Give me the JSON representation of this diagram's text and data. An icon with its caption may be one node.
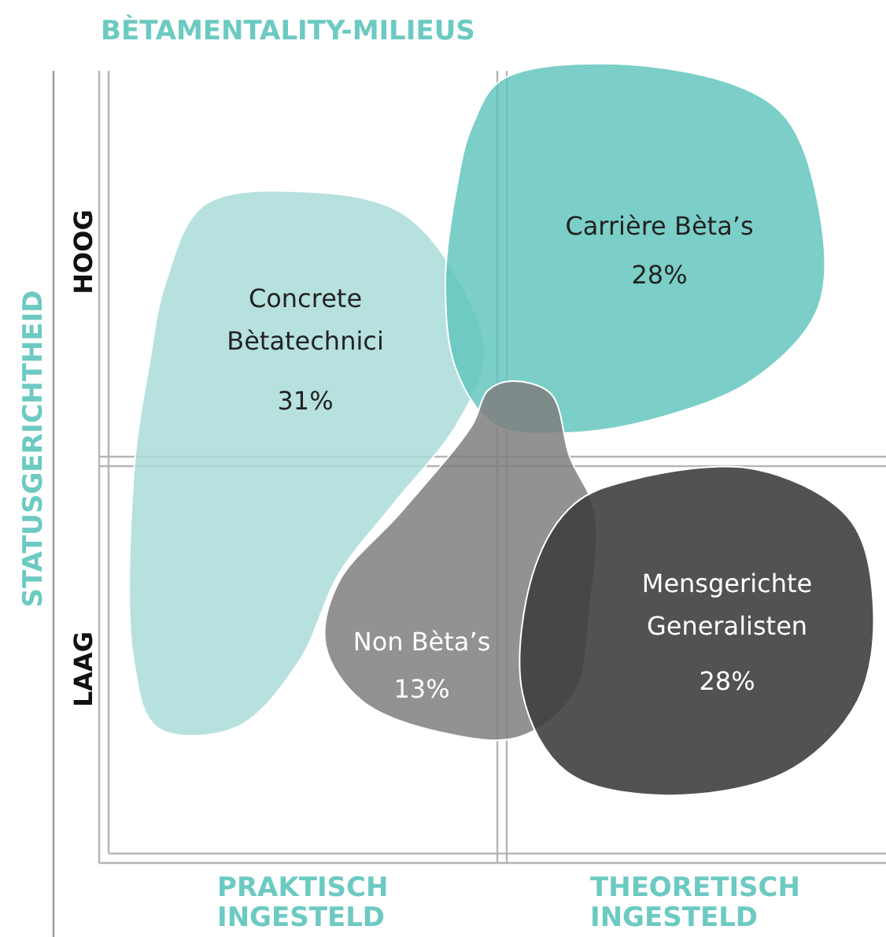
{
  "diagram": {
    "title": "BÈTAMENTALITY-MILIEUS",
    "nodes": [
      {
        "text": [
          "Concrete Bètatechnici",
          "31%"
        ]
      },
      {
        "text": [
          "Carrière Bèta’s",
          "28%"
        ]
      },
      {
        "text": [
          "Non Bèta’s",
          "13%"
        ]
      },
      {
        "text": [
          "Mensgerichte Generalisten",
          "28%"
        ]
      }
    ],
    "labels": [
      "STATUSGERICHTHEID",
      "HOOG",
      "LAAG",
      "PRAKTISCH INGESTELD",
      "THEORETISCH INGESTELD"
    ]
  }
}
